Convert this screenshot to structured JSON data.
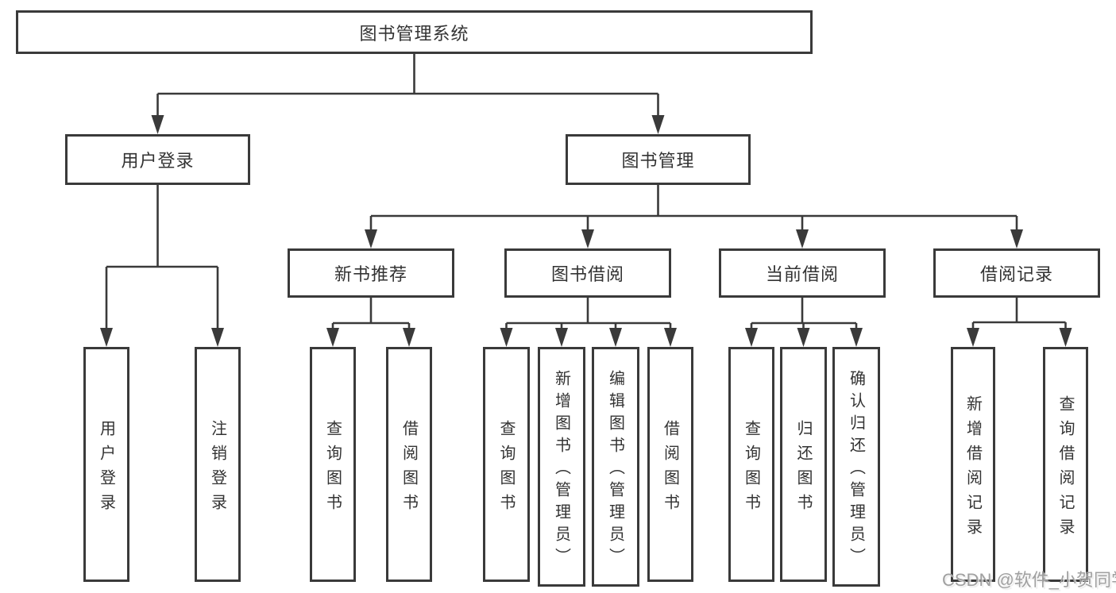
{
  "colors": {
    "background": "#ffffff",
    "line": "#3a3a3a",
    "box_border": "#3a3a3a",
    "text": "#333333",
    "watermark": "#a0a0a0"
  },
  "diagram": {
    "root": {
      "label": "图书管理系统"
    },
    "branches": [
      {
        "label": "用户登录",
        "leaves": [
          {
            "label": "用户登录"
          },
          {
            "label": "注销登录"
          }
        ]
      },
      {
        "label": "图书管理",
        "groups": [
          {
            "label": "新书推荐",
            "leaves": [
              {
                "label": "查询图书"
              },
              {
                "label": "借阅图书"
              }
            ]
          },
          {
            "label": "图书借阅",
            "leaves": [
              {
                "label": "查询图书"
              },
              {
                "label": "新增图书（管理员）"
              },
              {
                "label": "编辑图书（管理员）"
              },
              {
                "label": "借阅图书"
              }
            ]
          },
          {
            "label": "当前借阅",
            "leaves": [
              {
                "label": "查询图书"
              },
              {
                "label": "归还图书"
              },
              {
                "label": "确认归还（管理员）"
              }
            ]
          },
          {
            "label": "借阅记录",
            "leaves": [
              {
                "label": "新增借阅记录"
              },
              {
                "label": "查询借阅记录"
              }
            ]
          }
        ]
      }
    ]
  },
  "watermark": {
    "text": "CSDN @软件_小贺同学"
  }
}
